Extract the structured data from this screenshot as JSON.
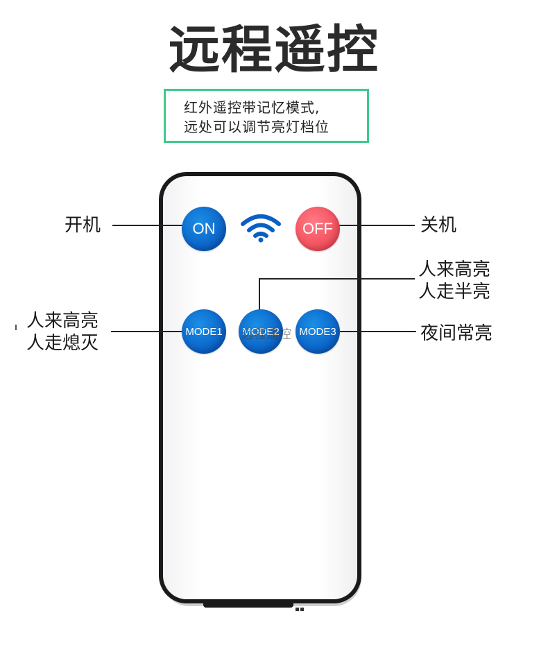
{
  "title": "远程遥控",
  "info": {
    "line1": "红外遥控带记忆模式,",
    "line2": "远处可以调节亮灯档位"
  },
  "buttons": {
    "on": "ON",
    "off": "OFF",
    "mode1": "MODE1",
    "mode2": "MODE2",
    "mode3": "MODE3"
  },
  "overlay_text": "远程遥控",
  "callouts": {
    "power_on": "开机",
    "power_off": "关机",
    "mode1_line1": "人来高亮",
    "mode1_line2": "人走熄灭",
    "mode2_line1": "人来高亮",
    "mode2_line2": "人走半亮",
    "mode3": "夜间常亮"
  },
  "colors": {
    "button_blue": "#0a5fc4",
    "button_red": "#f24c5a",
    "info_border": "#3ec98c",
    "wifi_icon": "#0a5fc4"
  }
}
